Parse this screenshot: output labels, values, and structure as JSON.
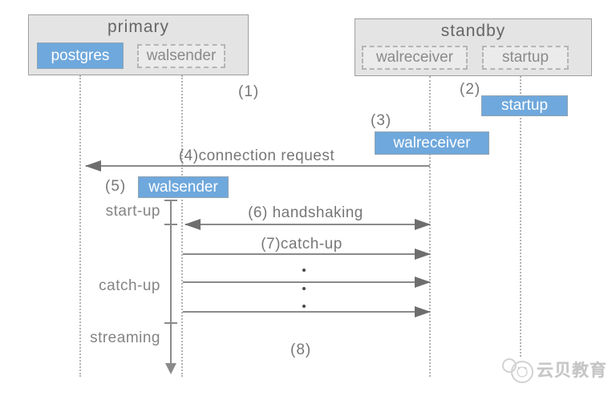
{
  "colors": {
    "accent_blue": "#6fa8dc",
    "container_gray": "#e4e4e4",
    "line_gray": "#8a8a8a",
    "text_gray": "#777777"
  },
  "primary": {
    "title": "primary",
    "processes": [
      {
        "label": "postgres",
        "style": "solid-blue"
      },
      {
        "label": "walsender",
        "style": "dashed"
      }
    ]
  },
  "standby": {
    "title": "standby",
    "processes": [
      {
        "label": "walreceiver",
        "style": "dashed"
      },
      {
        "label": "startup",
        "style": "dashed"
      }
    ]
  },
  "steps": {
    "s1": "(1)",
    "s2": "(2)",
    "s3": "(3)",
    "s5": "(5)",
    "s8": "(8)"
  },
  "spawned": {
    "startup": "startup",
    "walreceiver": "walreceiver",
    "walsender": "walsender"
  },
  "messages": {
    "connection_request": "(4)connection request",
    "handshaking": "(6) handshaking",
    "catch_up": "(7)catch-up"
  },
  "phases": {
    "startup": "start-up",
    "catchup": "catch-up",
    "streaming": "streaming"
  },
  "watermark": {
    "brand": "云贝教育"
  }
}
